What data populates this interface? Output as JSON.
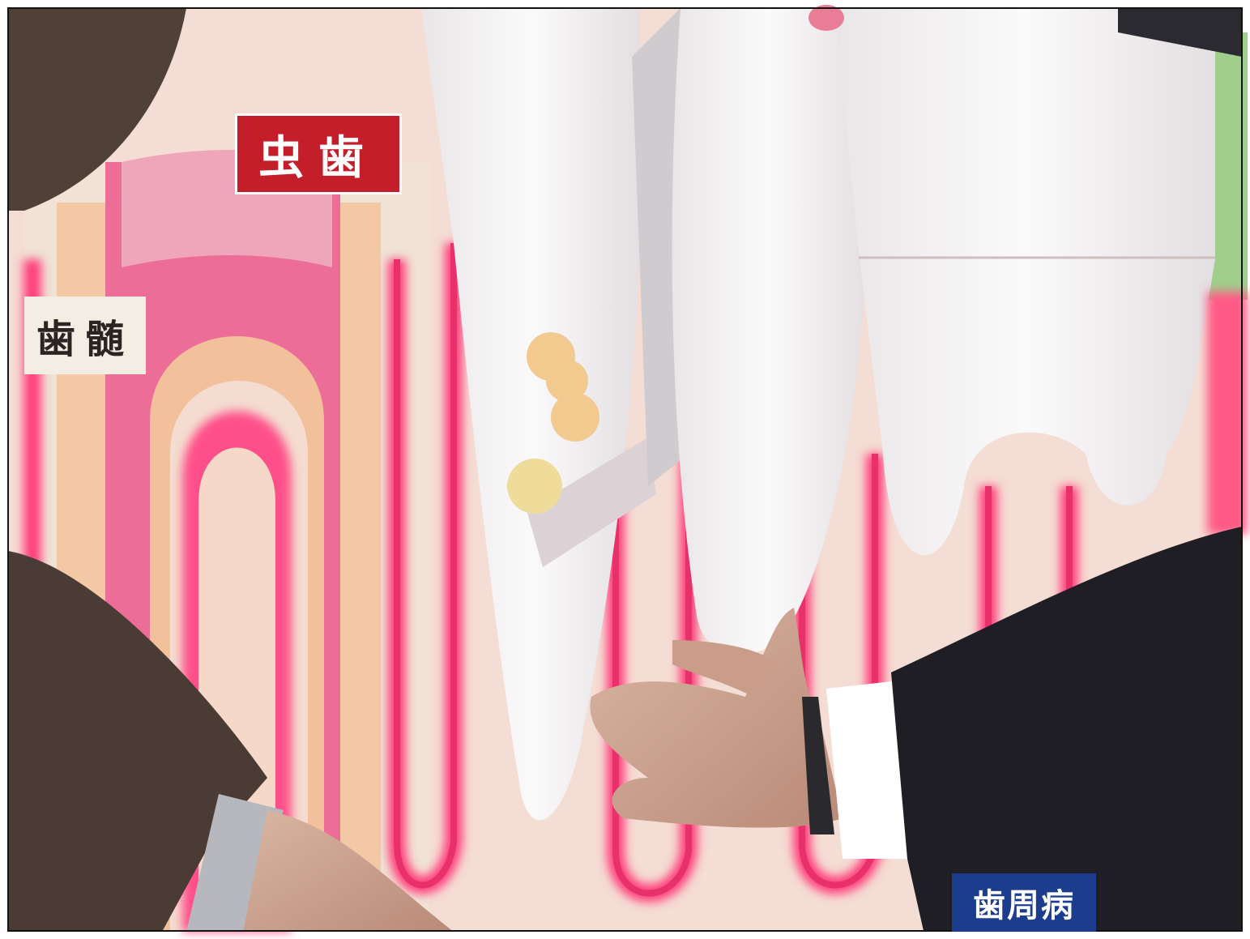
{
  "labels": {
    "cavity": "虫歯",
    "pulp": "歯髄",
    "periodontal": "歯周病"
  },
  "colors": {
    "gum_pink": "#e8306a",
    "gum_glow": "#ff5a86",
    "tooth_white": "#f3f1f2",
    "dentin_peach": "#f2c49a",
    "pulp_pink": "#ea6c97",
    "label_red": "#c41e2a",
    "label_blue": "#1c3c8e",
    "suit_dark": "#1e1e24",
    "sleeve_brown": "#4a3c34"
  }
}
